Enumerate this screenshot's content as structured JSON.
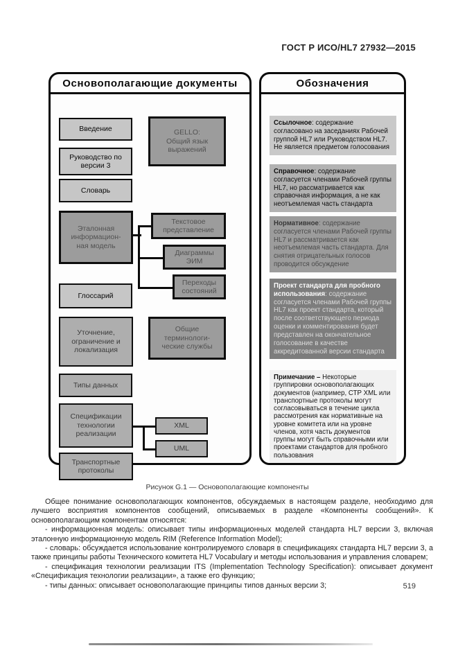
{
  "header": {
    "title": "ГОСТ Р ИСО/HL7 27932—2015"
  },
  "figure": {
    "left_panel": {
      "title": "Основополагающие документы",
      "boxes": {
        "vvedenie": "Введение",
        "rukovodstvo": "Руководство по\nверсии 3",
        "slovar": "Словарь",
        "etalonnaya": "Эталонная\nинформацион-\nная модель",
        "glossarij": "Глоссарий",
        "utochnenie": "Уточнение,\nограничение и\nлокализация",
        "tipy": "Типы данных",
        "specifikacii": "Спецификации\nтехнологии\nреализации",
        "transportnye": "Транспортные\nпротоколы",
        "gello": "GELLO:\nОбщий язык\nвыражений",
        "tekstovoe": "Текстовое\nпредставление",
        "diagrammy": "Диаграммы\nЭИМ",
        "perekhody": "Переходы\nсостояний",
        "obshchie": "Общие\nтерминологи-\nческие службы",
        "xml": "XML",
        "uml": "UML"
      }
    },
    "right_panel": {
      "title": "Обозначения",
      "legend": [
        {
          "term": "Ссылочное",
          "text": ": содержание согласовано на заседаниях Рабочей группой HL7 или Руководством HL7. Не является предметом голосования"
        },
        {
          "term": "Справочное",
          "text": ": содержание согласуется членами Рабочей группы HL7, но рассматривается как справочная информация, а не как неотъемлемая часть стандарта"
        },
        {
          "term": "Нормативное",
          "text": ": содержание согласуется членами Рабочей группы HL7 и рассматривается как неотъемлемая часть стандарта. Для снятия отрицательных голосов проводится обсуждение"
        },
        {
          "term": "Проект стандарта для пробного использования",
          "text": ": содержание согласуется членами Рабочей группы HL7 как проект стандарта, который после соответствующего периода оценки и комментирования будет представлен на окончательное голосование в качестве аккредитованной версии стандарта"
        },
        {
          "term": "Примечание –",
          "text": " Некоторые группировки основополагающих документов (например, СТР XML или транспортные протоколы могут согласовываться в течение цикла рассмотрения как нормативные на уровне комитета или на уровне членов, хотя часть документов группы могут быть справочными или проектами стандартов для пробного пользования"
        }
      ]
    },
    "caption": "Рисунок G.1 — Основополагающие компоненты"
  },
  "body": {
    "paragraphs": [
      "Общее понимание основополагающих компонентов, обсуждаемых в настоящем разделе, необходимо для лучшего восприятия компонентов сообщений, описываемых в разделе «Компоненты сообщений». К основополагающим компонентам относятся:",
      "- информационная модель: описывает типы информационных моделей стандарта HL7 версии 3, включая эталонную информационную модель RIM (Reference Information Model);",
      "- словарь: обсуждается использование контролируемого словаря в спецификациях стандарта HL7 версии 3, а также принципы работы Технического комитета HL7 Vocabulary и методы использования и управления словарем;",
      "- спецификация технологии реализации ITS (Implementation Technology Specification): описывает документ «Спецификация технологии реализации», а также его функцию;",
      "- типы данных: описывает основополагающие принципы типов данных версии 3;"
    ]
  },
  "page_number": "519",
  "colors": {
    "box_light": "#c6c6c6",
    "box_mid": "#aeaeae",
    "box_dark": "#9c9c9c",
    "legend_draft_bg": "#7d7d7d",
    "note_bg": "#f1f1f1",
    "line": "#0a0a0a"
  }
}
